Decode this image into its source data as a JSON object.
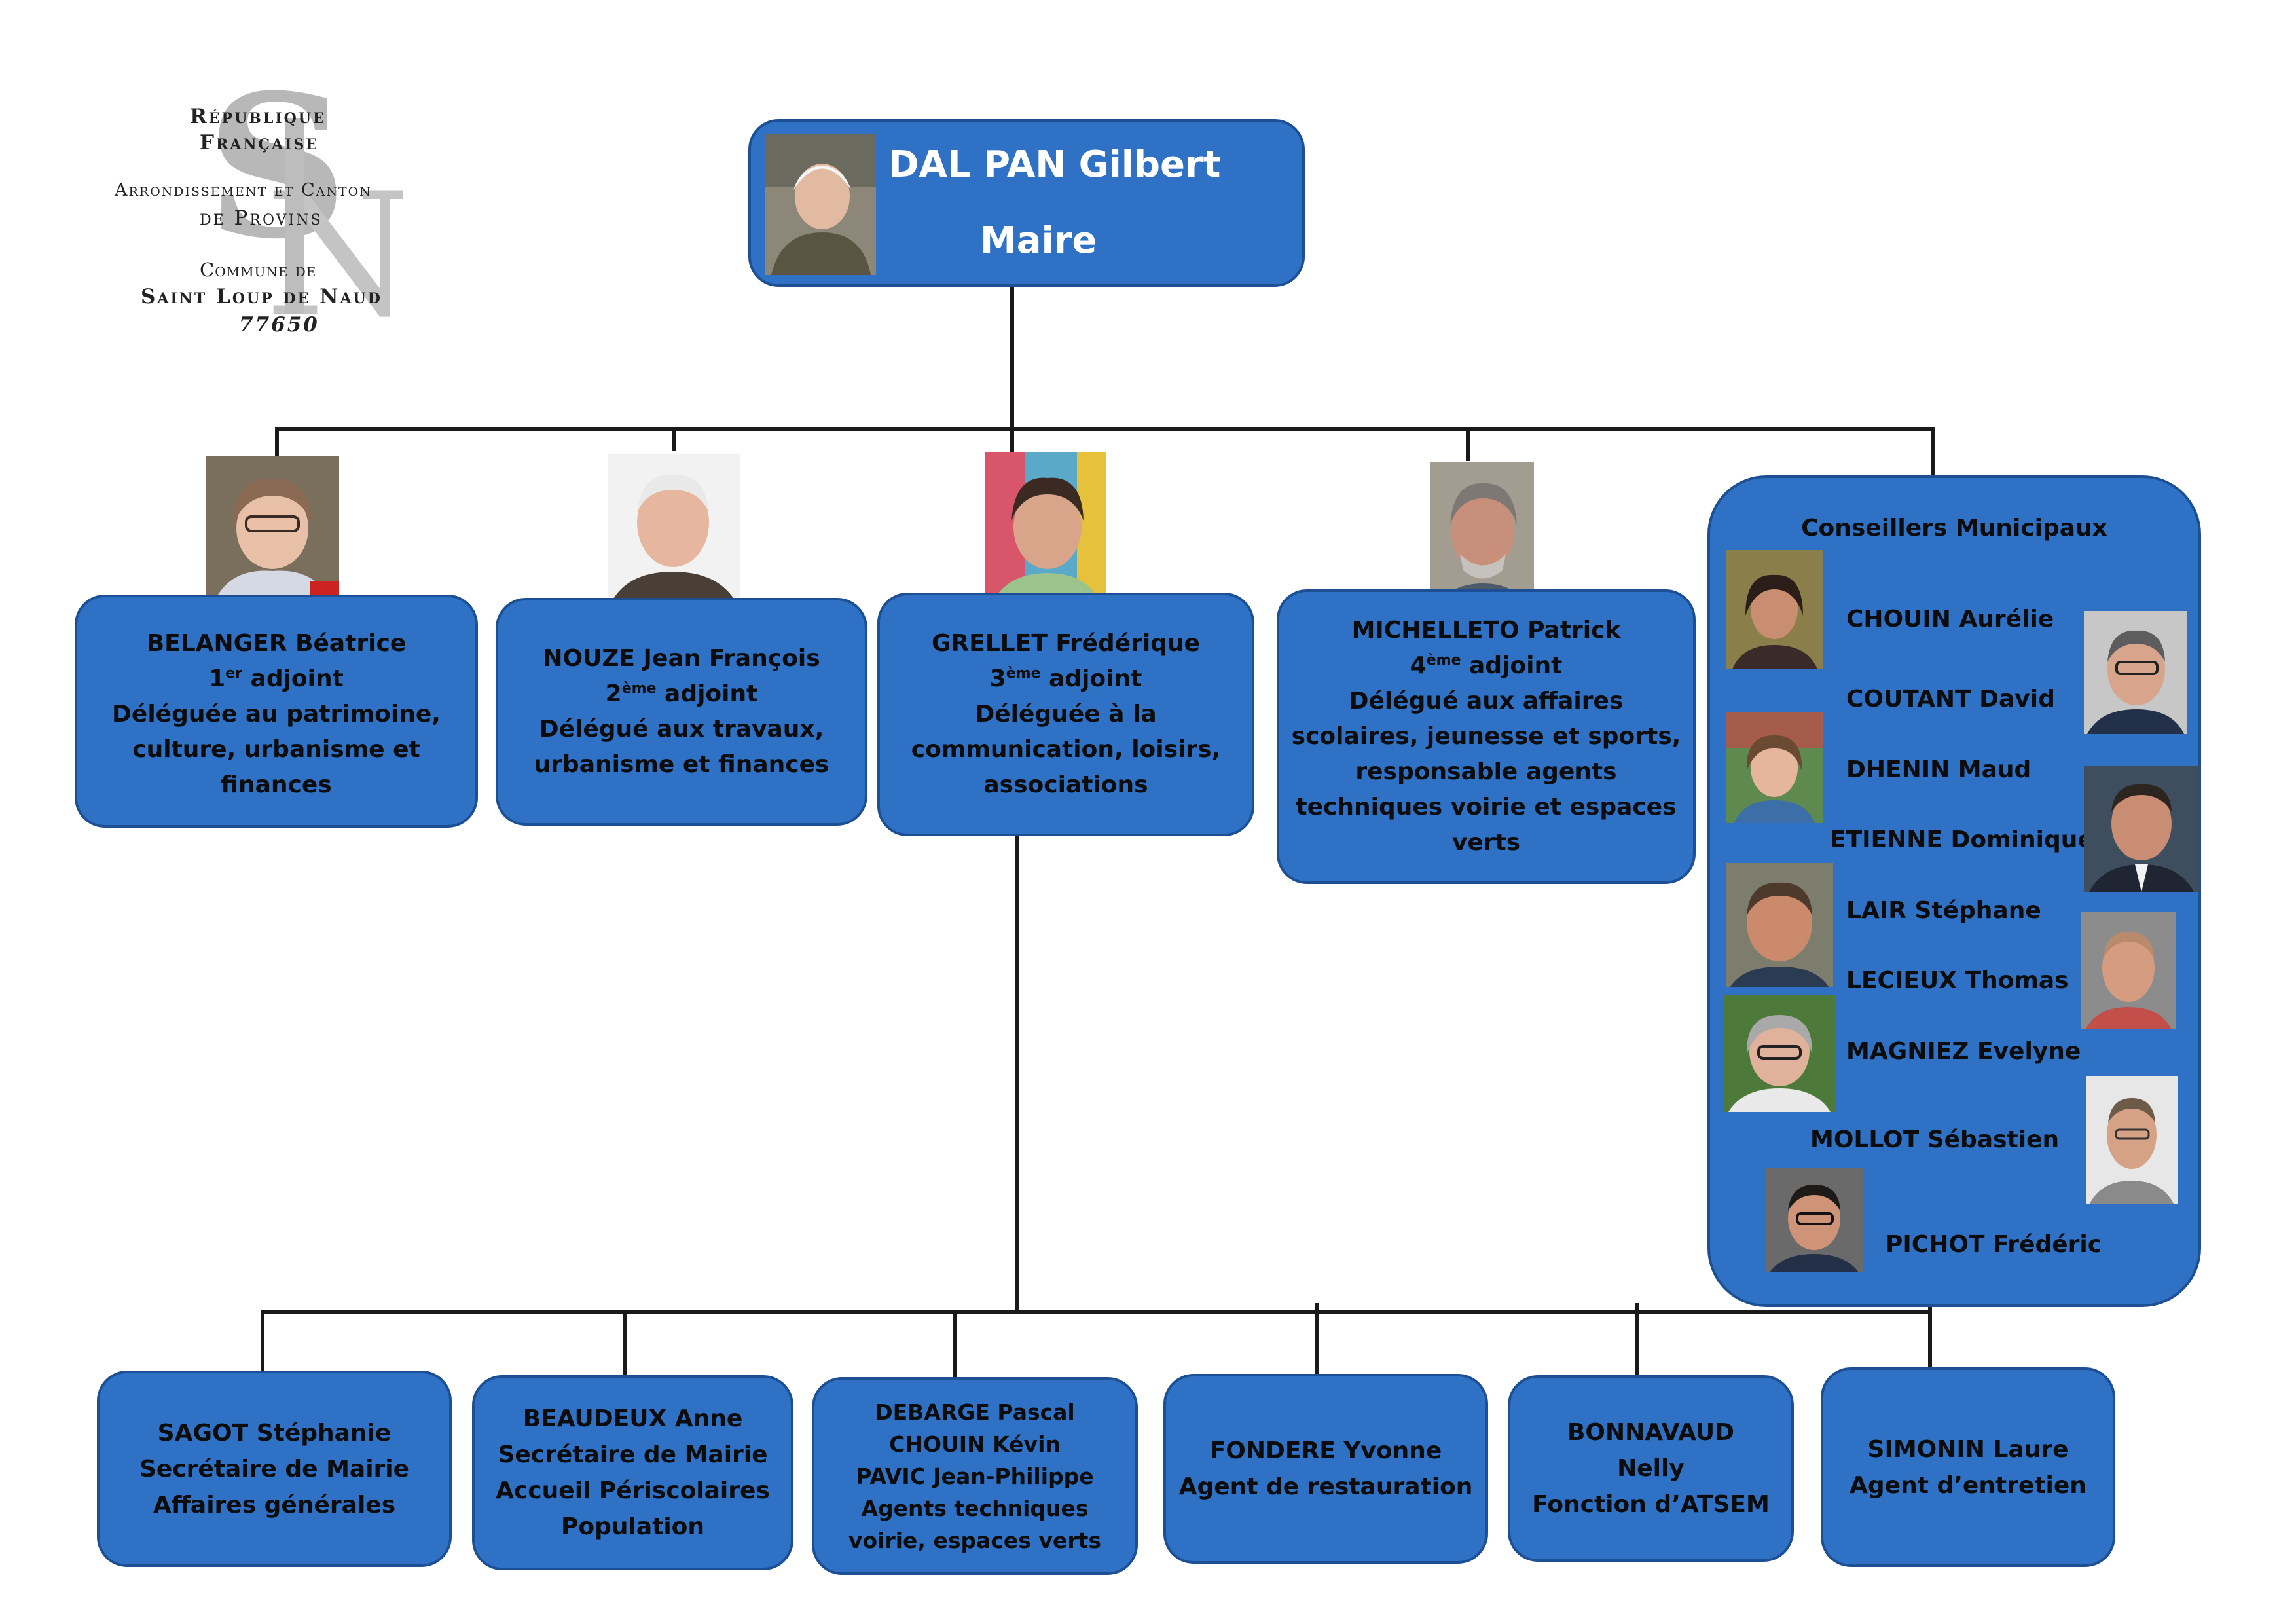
{
  "logo": {
    "line1": "République",
    "line2": "Française",
    "line3": "Arrondissement et Canton",
    "line4": "de Provins",
    "line5": "Commune de",
    "line6": "Saint Loup de Naud",
    "line7": "77650"
  },
  "mayor": {
    "name": "DAL PAN Gilbert",
    "role": "Maire"
  },
  "adjoints": [
    {
      "name": "BELANGER Béatrice",
      "rank_num": "1",
      "rank_sup": "er",
      "rank_word": "adjoint",
      "duties": [
        "Déléguée au patrimoine,",
        "culture, urbanisme et",
        "finances"
      ]
    },
    {
      "name": "NOUZE Jean François",
      "rank_num": "2",
      "rank_sup": "ème",
      "rank_word": "adjoint",
      "duties": [
        "Délégué aux travaux,",
        "urbanisme et finances"
      ]
    },
    {
      "name": "GRELLET Frédérique",
      "rank_num": "3",
      "rank_sup": "ème",
      "rank_word": "adjoint",
      "duties": [
        "Déléguée à la",
        "communication, loisirs,",
        "associations"
      ]
    },
    {
      "name": "MICHELLETO Patrick",
      "rank_num": "4",
      "rank_sup": "ème",
      "rank_word": "adjoint",
      "duties": [
        "Délégué aux affaires",
        "scolaires, jeunesse et sports,",
        "responsable agents",
        "techniques voirie et espaces",
        "verts"
      ]
    }
  ],
  "conseillers": {
    "title": "Conseillers Municipaux",
    "members": [
      "CHOUIN Aurélie",
      "COUTANT David",
      "DHENIN Maud",
      "ETIENNE Dominique",
      "LAIR Stéphane",
      "LECIEUX Thomas",
      "MAGNIEZ Evelyne",
      "MOLLOT Sébastien",
      "PICHOT Frédéric"
    ]
  },
  "staff": [
    {
      "lines": [
        "SAGOT Stéphanie",
        "Secrétaire de Mairie",
        "Affaires générales"
      ]
    },
    {
      "lines": [
        "BEAUDEUX Anne",
        "Secrétaire de Mairie",
        "Accueil Périscolaires",
        "Population"
      ]
    },
    {
      "lines": [
        "DEBARGE Pascal",
        "CHOUIN Kévin",
        "PAVIC Jean-Philippe",
        "Agents techniques",
        "voirie, espaces verts"
      ]
    },
    {
      "lines": [
        "FONDERE Yvonne",
        "Agent de restauration"
      ]
    },
    {
      "lines": [
        "BONNAVAUD",
        "Nelly",
        "Fonction d’ATSEM"
      ]
    },
    {
      "lines": [
        "SIMONIN Laure",
        "Agent d’entretien"
      ]
    }
  ],
  "colors": {
    "box": "#2f71c4",
    "box_border": "#1d4f94",
    "connector": "#1a1a1a",
    "mayor_text": "#ffffff"
  }
}
